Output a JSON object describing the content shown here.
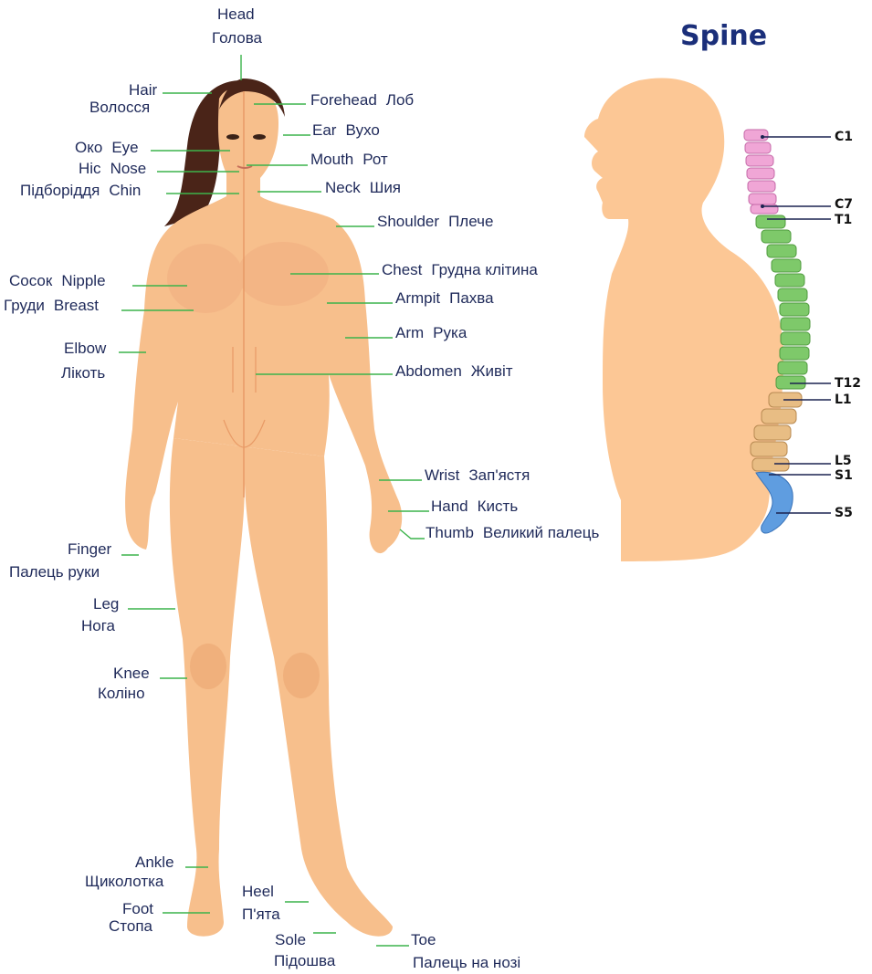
{
  "spine_title": "Spine",
  "body_labels": {
    "head_en": "Head",
    "head_uk": "Голова",
    "hair_en": "Hair",
    "hair_uk": "Волосся",
    "forehead_en": "Forehead",
    "forehead_uk": "Лоб",
    "ear_en": "Ear",
    "ear_uk": "Вухо",
    "eye_uk": "Око",
    "eye_en": "Eye",
    "mouth_en": "Mouth",
    "mouth_uk": "Рот",
    "nose_uk": "Ніс",
    "nose_en": "Nose",
    "chin_uk": "Підборіддя",
    "chin_en": "Chin",
    "neck_en": "Neck",
    "neck_uk": "Шия",
    "shoulder_en": "Shoulder",
    "shoulder_uk": "Плече",
    "nipple_uk": "Сосок",
    "nipple_en": "Nipple",
    "chest_en": "Chest",
    "chest_uk": "Грудна клітина",
    "breast_uk": "Груди",
    "breast_en": "Breast",
    "armpit_en": "Armpit",
    "armpit_uk": "Пахва",
    "arm_en": "Arm",
    "arm_uk": "Рука",
    "elbow_en": "Elbow",
    "elbow_uk": "Лікоть",
    "abdomen_en": "Abdomen",
    "abdomen_uk": "Живіт",
    "wrist_en": "Wrist",
    "wrist_uk": "Зап'ястя",
    "hand_en": "Hand",
    "hand_uk": "Кисть",
    "thumb_en": "Thumb",
    "thumb_uk": "Великий палець",
    "finger_en": "Finger",
    "finger_uk": "Палець руки",
    "leg_en": "Leg",
    "leg_uk": "Нога",
    "knee_en": "Knee",
    "knee_uk": "Коліно",
    "ankle_en": "Ankle",
    "ankle_uk": "Щиколотка",
    "heel_en": "Heel",
    "heel_uk": "П'ята",
    "foot_en": "Foot",
    "foot_uk": "Стопа",
    "sole_en": "Sole",
    "sole_uk": "Підошва",
    "toe_en": "Toe",
    "toe_uk": "Палець на нозі"
  },
  "vertebra_labels": {
    "c1": "C1",
    "c7": "C7",
    "t1": "T1",
    "t12": "T12",
    "l1": "L1",
    "l5": "L5",
    "s1": "S1",
    "s5": "S5"
  },
  "colors": {
    "skin": "#f7bf8c",
    "skin_shade": "#e89a66",
    "hair": "#4a2418",
    "silhouette": "#fcc795",
    "label_text": "#1f2a5a",
    "leader_line": "#3cb44b",
    "cervical": "#f0a6d6",
    "thoracic": "#7ec96a",
    "lumbar": "#e8bd84",
    "sacral": "#5f9de0",
    "title": "#1b2f7a"
  }
}
